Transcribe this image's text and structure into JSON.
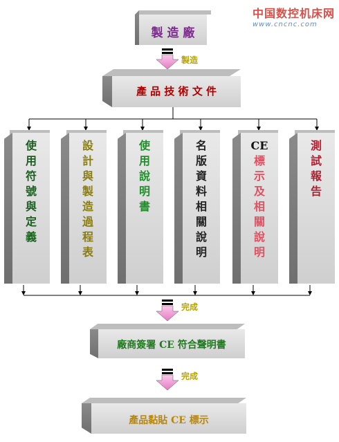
{
  "watermark": {
    "title": "中国数控机床网",
    "url": "www.cncnc.com"
  },
  "top_box": {
    "label": "製 造 廠",
    "color": "#7a2a8a"
  },
  "arrow1_label": "製造",
  "tech_box": {
    "label": "產 品 技 術 文 件",
    "color": "#b00000"
  },
  "docs": [
    {
      "chars": [
        "使",
        "用",
        "符",
        "號",
        "與",
        "定",
        "義"
      ],
      "color": "#1b5e20"
    },
    {
      "chars": [
        "設",
        "計",
        "與",
        "製",
        "造",
        "過",
        "程",
        "表"
      ],
      "color": "#8a7d10"
    },
    {
      "chars": [
        "使",
        "用",
        "說",
        "明",
        "書"
      ],
      "color": "#1f8f2a"
    },
    {
      "chars": [
        "名",
        "版",
        "資",
        "料",
        "相",
        "關",
        "說",
        "明"
      ],
      "color": "#222222"
    },
    {
      "top": "CE",
      "chars": [
        "標",
        "示",
        "及",
        "相",
        "關",
        "說",
        "明"
      ],
      "color": "#e05060"
    },
    {
      "chars": [
        "測",
        "試",
        "報",
        "告"
      ],
      "color": "#b02030"
    }
  ],
  "arrow2_label": "完成",
  "declaration_box": {
    "label": "廠商簽署 CE 符合聲明書",
    "color": "#1f7a1f"
  },
  "arrow3_label": "完成",
  "label_box": {
    "label": "產品黏貼 CE 標示",
    "color": "#b8860b"
  }
}
